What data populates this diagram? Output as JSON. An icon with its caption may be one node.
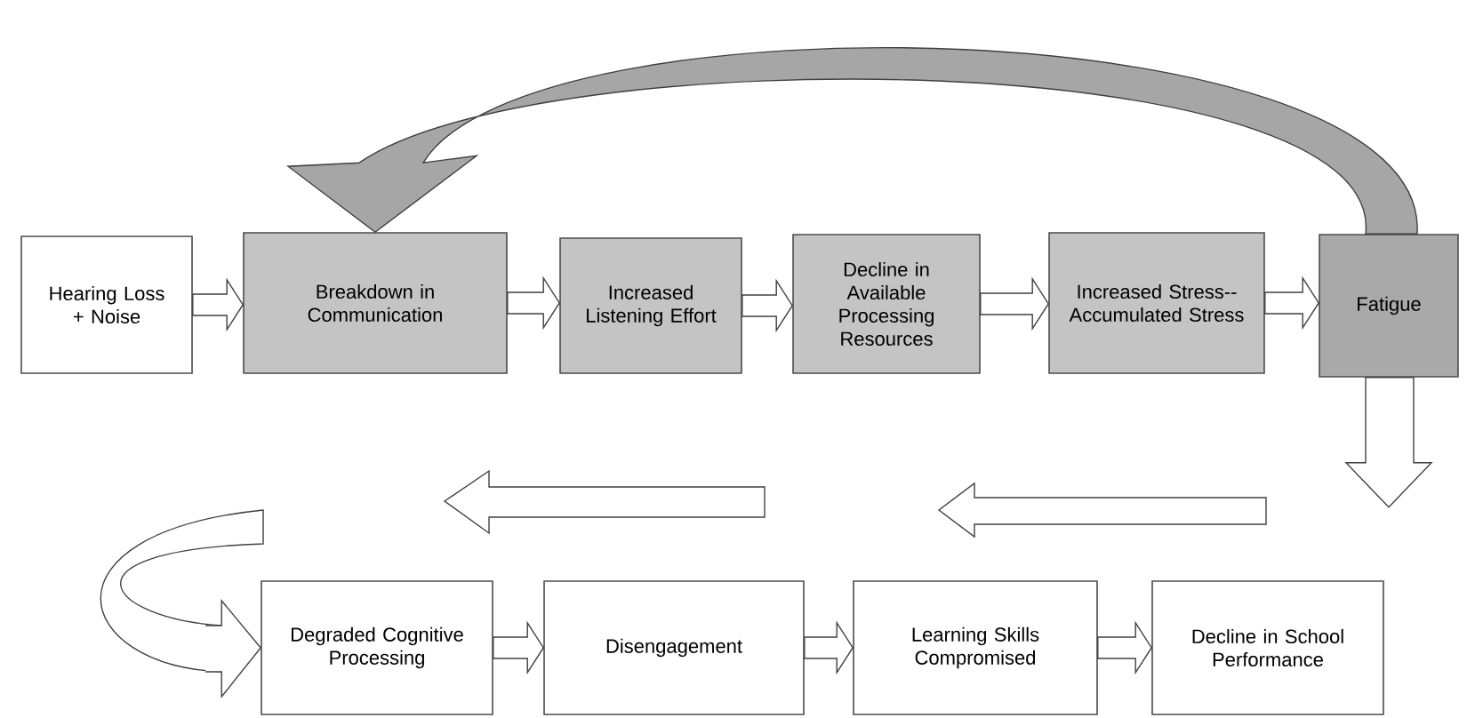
{
  "diagram": {
    "nodes": [
      {
        "text": [
          "Hearing Loss + Noise"
        ]
      },
      {
        "text": [
          "Breakdown in Communication"
        ]
      },
      {
        "text": [
          "Increased Listening Effort"
        ]
      },
      {
        "text": [
          "Decline in Available Processing Resources"
        ]
      },
      {
        "text": [
          "Increased Stress--Accumulated Stress"
        ]
      },
      {
        "text": [
          "Fatigue"
        ]
      },
      {
        "text": [
          "Degraded Cognitive Processing"
        ]
      },
      {
        "text": [
          "Disengagement"
        ]
      },
      {
        "text": [
          "Learning Skills Compromised"
        ]
      },
      {
        "text": [
          "Decline in School Performance"
        ]
      }
    ],
    "edges": [
      {
        "from": 0,
        "to": 1,
        "arrow": "to"
      },
      {
        "from": 1,
        "to": 2,
        "arrow": "to"
      },
      {
        "from": 2,
        "to": 3,
        "arrow": "to"
      },
      {
        "from": 3,
        "to": 4,
        "arrow": "to"
      },
      {
        "from": 4,
        "to": 5,
        "arrow": "to"
      },
      {
        "from": 5,
        "to": 1,
        "arrow": "to",
        "color": "#a6a6a6"
      },
      {
        "from": 5,
        "to": null,
        "arrow": "to"
      },
      {
        "from": null,
        "to": 6,
        "arrow": "to"
      },
      {
        "from": 6,
        "to": 7,
        "arrow": "to"
      },
      {
        "from": 7,
        "to": 8,
        "arrow": "to"
      },
      {
        "from": 8,
        "to": 9,
        "arrow": "to"
      }
    ]
  }
}
